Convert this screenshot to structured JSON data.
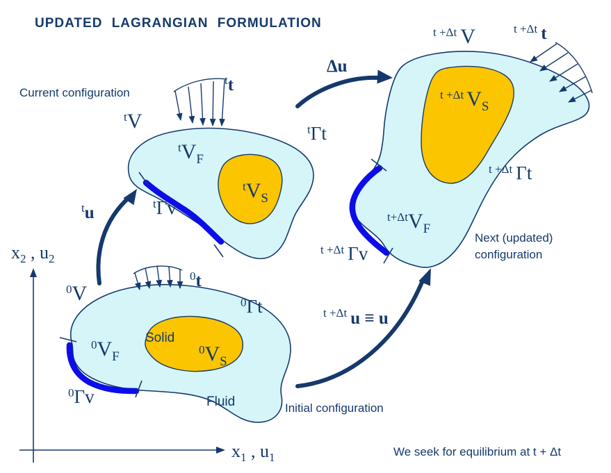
{
  "title": "UPDATED LAGRANGIAN FORMULATION",
  "captions": {
    "current": "Current configuration",
    "initial": "Initial configuration",
    "next_line1": "Next (updated)",
    "next_line2": "configuration",
    "equilibrium": "We seek for equilibrium at t + Δt"
  },
  "axes": {
    "y": {
      "p1": "x",
      "s1": "2",
      "mid": " , ",
      "p2": "u",
      "s2": "2"
    },
    "x": {
      "p1": "x",
      "s1": "1",
      "mid": " , ",
      "p2": "u",
      "s2": "1"
    }
  },
  "labels": {
    "current": {
      "volume": {
        "sup": "t",
        "main": "V"
      },
      "fluid_volume": {
        "sup": "t",
        "main": "V",
        "sub": "F"
      },
      "solid_volume": {
        "sup": "t",
        "main": "V",
        "sub": "S"
      },
      "traction_boundary": {
        "sup": "t",
        "main": "Γt"
      },
      "velocity_boundary": {
        "sup": "t",
        "main": "Γv"
      },
      "traction": {
        "sup": "t",
        "main": "t"
      },
      "displacement": {
        "sup": "t",
        "main": "u"
      }
    },
    "initial": {
      "volume": {
        "sup": "0",
        "main": "V"
      },
      "fluid_volume": {
        "sup": "0",
        "main": "V",
        "sub": "F"
      },
      "solid_volume": {
        "sup": "0",
        "main": "V",
        "sub": "S"
      },
      "traction_boundary": {
        "sup": "0",
        "main": "Γt"
      },
      "velocity_boundary": {
        "sup": "0",
        "main": "Γv"
      },
      "traction": {
        "sup": "0",
        "main": "t"
      },
      "solid_region": "Solid",
      "fluid_region": "Fluid"
    },
    "next": {
      "volume": {
        "sup": "t +Δt",
        "main": "V"
      },
      "fluid_volume": {
        "sup": "t+Δt",
        "main": "V",
        "sub": "F"
      },
      "solid_volume": {
        "sup": "t +Δt",
        "main": "V",
        "sub": "S"
      },
      "traction_boundary": {
        "sup": "t +Δt",
        "main": "Γt"
      },
      "velocity_boundary": {
        "sup": "t +Δt",
        "main": "Γv"
      },
      "traction": {
        "sup": "t +Δt",
        "main": "t"
      },
      "displacement_increment": "Δu",
      "displacement_identity": {
        "sup": "t +Δt",
        "main": "u ≡ u"
      }
    }
  },
  "colors": {
    "navy": "#15396C",
    "fluid_fill": "#D5F5F9",
    "solid_fill": "#FBC500",
    "prescribed_boundary_blue": "#0D0DE8",
    "background": "#FFFFFF"
  }
}
